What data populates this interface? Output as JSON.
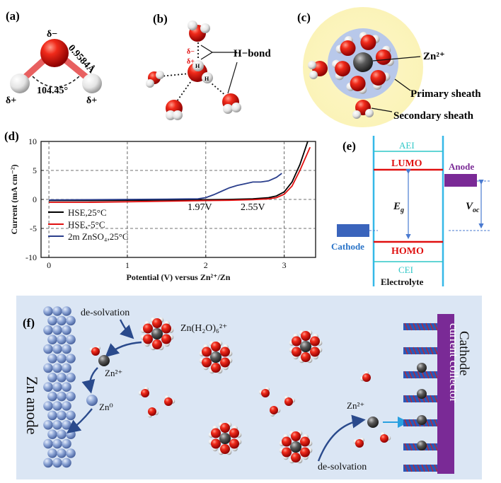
{
  "panels": {
    "a": {
      "label": "(a)",
      "delta_minus": "δ−",
      "bond_length": "0.9584Å",
      "angle": "104.45°",
      "delta_plus_left": "δ+",
      "delta_plus_right": "δ+"
    },
    "b": {
      "label": "(b)",
      "hbond_label": "H−bond",
      "delta_minus": "δ−",
      "delta_plus": "δ+",
      "h1": "H",
      "h2": "H"
    },
    "c": {
      "label": "(c)",
      "zn_label": "Zn²⁺",
      "primary_label": "Primary sheath",
      "secondary_label": "Secondary sheath"
    },
    "d": {
      "label": "(d)",
      "annotation_1": "1.97V",
      "annotation_2": "2.55V",
      "series_labels": [
        "HSE,25°C",
        "HSE,-5°C",
        "2m ZnSO₄,25°C"
      ]
    },
    "e": {
      "label": "(e)",
      "aei": "AEI",
      "lumo": "LUMO",
      "homo": "HOMO",
      "cei": "CEI",
      "eg": "E",
      "eg_sub": "g",
      "anode": "Anode",
      "cathode": "Cathode",
      "electrolyte": "Electrolyte",
      "voc": "V",
      "voc_sub": "oc"
    },
    "f": {
      "label": "(f)",
      "desolvation_top": "de-solvation",
      "complex_label": "Zn(H₂O)₆²⁺",
      "zn2_left": "Zn²⁺",
      "zn0": "Zn⁰",
      "zn_anode": "Zn  anode",
      "zn2_right": "Zn²⁺",
      "desolvation_bottom": "de-solvation",
      "current_collector": "current collector",
      "cathode": "Cathode"
    }
  },
  "colors": {
    "oxygen": "#e01010",
    "hydrogen": "#eeeeee",
    "zinc": "#555555",
    "panel_f_bg": "#dbe6f4",
    "collector": "#7a2a96"
  },
  "chart_data": {
    "type": "line",
    "xlabel": "Potential (V) versus Zn²⁺/Zn",
    "ylabel": "Current (mA cm⁻²)",
    "xlim": [
      -0.1,
      3.4
    ],
    "ylim": [
      -10,
      10
    ],
    "xticks": [
      0,
      1,
      2,
      3
    ],
    "yticks": [
      -10,
      -5,
      0,
      5,
      10
    ],
    "grid": true,
    "legend": "bottom-left",
    "series": [
      {
        "name": "HSE,25°C",
        "color": "#000000",
        "x": [
          0.0,
          0.5,
          1.0,
          1.5,
          2.0,
          2.3,
          2.6,
          2.8,
          2.9,
          3.0,
          3.1,
          3.2,
          3.3
        ],
        "y": [
          -0.2,
          -0.2,
          -0.15,
          -0.1,
          -0.05,
          0.0,
          0.1,
          0.3,
          0.6,
          1.3,
          3.0,
          6.0,
          10.0
        ]
      },
      {
        "name": "HSE,-5°C",
        "color": "#e01010",
        "x": [
          0.0,
          0.5,
          1.0,
          1.5,
          2.0,
          2.3,
          2.6,
          2.8,
          2.9,
          3.0,
          3.1,
          3.2,
          3.33
        ],
        "y": [
          -0.5,
          -0.5,
          -0.4,
          -0.3,
          -0.2,
          -0.15,
          -0.05,
          0.1,
          0.3,
          0.9,
          2.3,
          5.0,
          9.0
        ]
      },
      {
        "name": "2m ZnSO₄,25°C",
        "color": "#2a3e8c",
        "x": [
          0.0,
          0.5,
          1.0,
          1.5,
          1.9,
          2.0,
          2.1,
          2.2,
          2.3,
          2.4,
          2.5,
          2.6,
          2.7,
          2.8,
          2.9,
          2.97
        ],
        "y": [
          -0.1,
          -0.05,
          0.0,
          0.05,
          0.1,
          0.3,
          0.8,
          1.4,
          2.0,
          2.4,
          2.7,
          3.0,
          3.0,
          3.2,
          3.8,
          4.5
        ]
      }
    ]
  }
}
